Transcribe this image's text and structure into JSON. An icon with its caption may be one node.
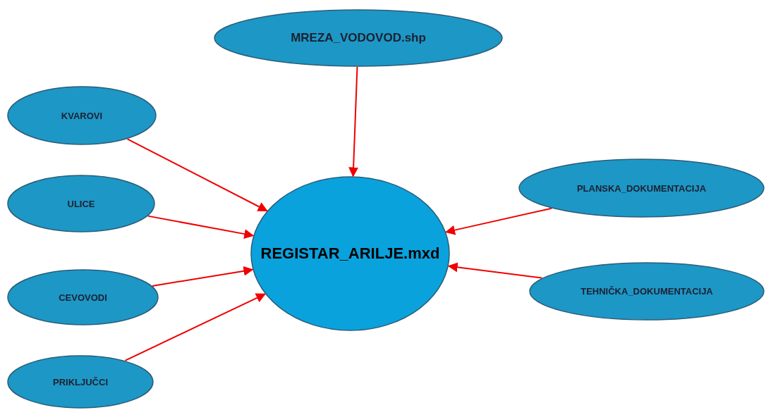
{
  "diagram": {
    "nodes": [
      {
        "text": [
          "MREZA_VODOVOD.shp"
        ]
      },
      {
        "text": [
          "KVAROVI"
        ]
      },
      {
        "text": [
          "ULICE"
        ]
      },
      {
        "text": [
          "CEVOVODI"
        ]
      },
      {
        "text": [
          "PRIKLJUČCI"
        ]
      },
      {
        "text": [
          "REGISTAR_ARILJE.mxd"
        ]
      },
      {
        "text": [
          "PLANSKA_DOKUMENTACIJA"
        ]
      },
      {
        "text": [
          "TEHNIČKA_DOKUMENTACIJA"
        ]
      }
    ],
    "edges": [
      {
        "from": 0,
        "to": 5,
        "arrow": "to"
      },
      {
        "from": 1,
        "to": 5,
        "arrow": "to"
      },
      {
        "from": 2,
        "to": 5,
        "arrow": "to"
      },
      {
        "from": 3,
        "to": 5,
        "arrow": "to"
      },
      {
        "from": 4,
        "to": 5,
        "arrow": "to"
      },
      {
        "from": 6,
        "to": 5,
        "arrow": "to"
      },
      {
        "from": 7,
        "to": 5,
        "arrow": "to"
      }
    ]
  }
}
